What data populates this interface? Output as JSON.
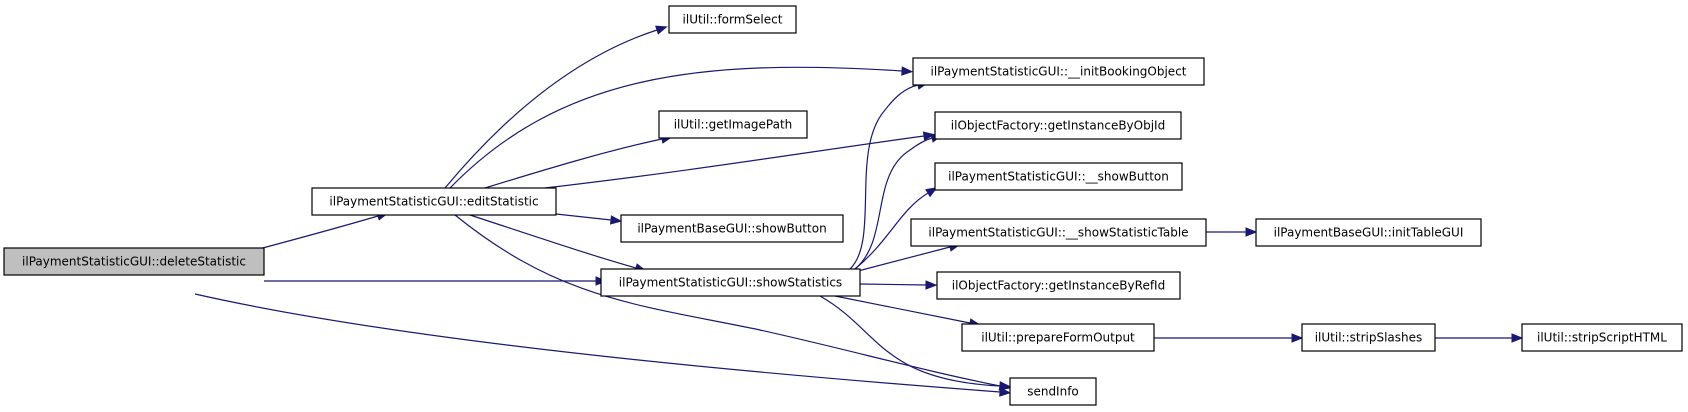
{
  "graph": {
    "colors": {
      "edge": "#191970",
      "node_border": "#000000",
      "node_fill": "#ffffff",
      "root_fill": "#bfbfbf",
      "text": "#000000"
    },
    "nodes": [
      {
        "id": "deleteStatistic",
        "label": "ilPaymentStatisticGUI::deleteStatistic",
        "root": true
      },
      {
        "id": "editStatistic",
        "label": "ilPaymentStatisticGUI::editStatistic"
      },
      {
        "id": "showStatistics",
        "label": "ilPaymentStatisticGUI::showStatistics"
      },
      {
        "id": "sendInfo",
        "label": "sendInfo"
      },
      {
        "id": "formSelect",
        "label": "ilUtil::formSelect"
      },
      {
        "id": "initBookingObject",
        "label": "ilPaymentStatisticGUI::__initBookingObject"
      },
      {
        "id": "getImagePath",
        "label": "ilUtil::getImagePath"
      },
      {
        "id": "getInstanceByObjId",
        "label": "ilObjectFactory::getInstanceByObjId"
      },
      {
        "id": "baseShowButton",
        "label": "ilPaymentBaseGUI::showButton"
      },
      {
        "id": "privShowButton",
        "label": "ilPaymentStatisticGUI::__showButton"
      },
      {
        "id": "showStatisticTable",
        "label": "ilPaymentStatisticGUI::__showStatisticTable"
      },
      {
        "id": "getInstanceByRefId",
        "label": "ilObjectFactory::getInstanceByRefId"
      },
      {
        "id": "prepareFormOutput",
        "label": "ilUtil::prepareFormOutput"
      },
      {
        "id": "initTableGUI",
        "label": "ilPaymentBaseGUI::initTableGUI"
      },
      {
        "id": "stripSlashes",
        "label": "ilUtil::stripSlashes"
      },
      {
        "id": "stripScriptHTML",
        "label": "ilUtil::stripScriptHTML"
      }
    ],
    "edges": [
      {
        "from": "deleteStatistic",
        "to": "editStatistic"
      },
      {
        "from": "deleteStatistic",
        "to": "showStatistics"
      },
      {
        "from": "deleteStatistic",
        "to": "sendInfo"
      },
      {
        "from": "editStatistic",
        "to": "formSelect"
      },
      {
        "from": "editStatistic",
        "to": "initBookingObject"
      },
      {
        "from": "editStatistic",
        "to": "getImagePath"
      },
      {
        "from": "editStatistic",
        "to": "getInstanceByObjId"
      },
      {
        "from": "editStatistic",
        "to": "baseShowButton"
      },
      {
        "from": "editStatistic",
        "to": "showStatistics"
      },
      {
        "from": "editStatistic",
        "to": "sendInfo"
      },
      {
        "from": "showStatistics",
        "to": "initBookingObject"
      },
      {
        "from": "showStatistics",
        "to": "getInstanceByObjId"
      },
      {
        "from": "showStatistics",
        "to": "privShowButton"
      },
      {
        "from": "showStatistics",
        "to": "showStatisticTable"
      },
      {
        "from": "showStatistics",
        "to": "getInstanceByRefId"
      },
      {
        "from": "showStatistics",
        "to": "prepareFormOutput"
      },
      {
        "from": "showStatistics",
        "to": "sendInfo"
      },
      {
        "from": "showStatisticTable",
        "to": "initTableGUI"
      },
      {
        "from": "prepareFormOutput",
        "to": "stripSlashes"
      },
      {
        "from": "stripSlashes",
        "to": "stripScriptHTML"
      }
    ]
  }
}
